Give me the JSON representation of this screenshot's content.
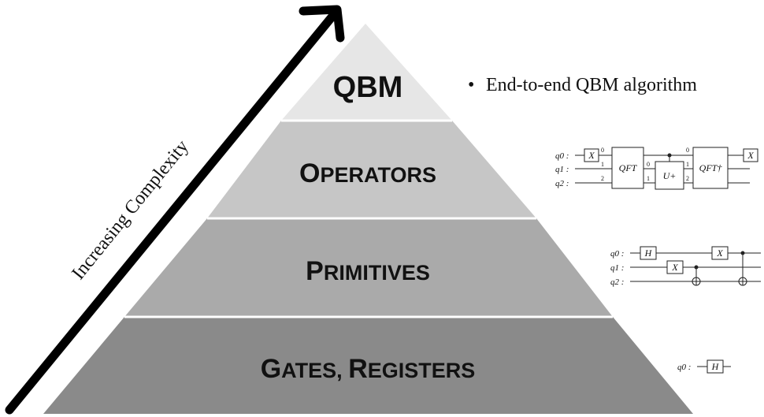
{
  "arrow_label": "Increasing Complexity",
  "colors": {
    "tier1": "#e6e6e6",
    "tier2": "#c6c6c6",
    "tier3": "#aaaaaa",
    "tier4": "#8a8a8a"
  },
  "tiers": [
    {
      "label": "QBM",
      "style": "plain"
    },
    {
      "label": "OPERATORS",
      "first": "O",
      "rest": "PERATORS",
      "style": "smallcaps"
    },
    {
      "label": "PRIMITIVES",
      "first": "P",
      "rest": "RIMITIVES",
      "style": "smallcaps"
    },
    {
      "label": "GATES, REGISTERS",
      "first1": "G",
      "rest1": "ATES, ",
      "first2": "R",
      "rest2": "EGISTERS",
      "style": "smallcaps"
    }
  ],
  "bullet": {
    "marker": "•",
    "text": "End-to-end QBM algorithm"
  },
  "circuit_operators": {
    "qubits": [
      "q0 :",
      "q1 :",
      "q2 :"
    ],
    "gates": {
      "x1": "X",
      "qft": "QFT",
      "u": "U+",
      "qft_dagger": "QFT†",
      "x2": "X"
    },
    "ports_in": [
      "0",
      "1",
      "2"
    ],
    "ports_u": [
      "0",
      "1"
    ],
    "ports_out": [
      "0",
      "1",
      "2"
    ]
  },
  "circuit_primitives": {
    "qubits": [
      "q0 :",
      "q1 :",
      "q2 :"
    ],
    "gates": {
      "h": "H",
      "x_q1": "X",
      "x_q0": "X"
    }
  },
  "circuit_gates": {
    "qubits": [
      "q0 :"
    ],
    "gates": {
      "h": "H"
    }
  }
}
